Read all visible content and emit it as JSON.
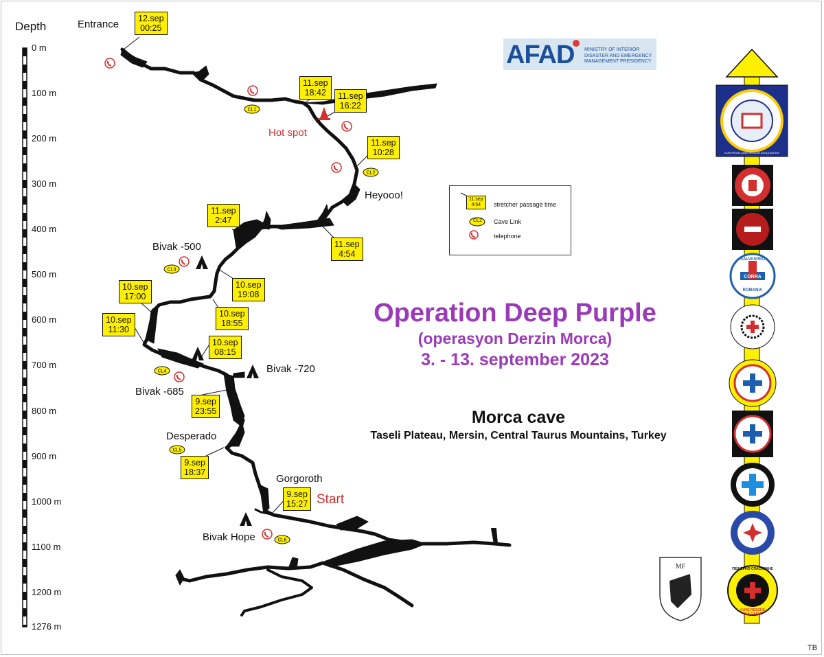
{
  "depth_axis": {
    "title": "Depth",
    "ticks": [
      "0 m",
      "100 m",
      "200 m",
      "300 m",
      "400 m",
      "500 m",
      "600 m",
      "700 m",
      "800 m",
      "900 m",
      "1000 m",
      "1100 m",
      "1200 m",
      "1276 m"
    ]
  },
  "places": {
    "entrance": "Entrance",
    "hot_spot": "Hot spot",
    "heyooo": "Heyooo!",
    "bivak_500": "Bivak -500",
    "bivak_720": "Bivak -720",
    "bivak_685": "Bivak -685",
    "desperado": "Desperado",
    "gorgoroth": "Gorgoroth",
    "start": "Start",
    "bivak_hope": "Bivak Hope"
  },
  "time_boxes": [
    {
      "date": "12.sep",
      "time": "00:25"
    },
    {
      "date": "11.sep",
      "time": "18:42"
    },
    {
      "date": "11.sep",
      "time": "16:22"
    },
    {
      "date": "11.sep",
      "time": "10:28"
    },
    {
      "date": "11.sep",
      "time": "2:47"
    },
    {
      "date": "11.sep",
      "time": "4:54"
    },
    {
      "date": "10.sep",
      "time": "19:08"
    },
    {
      "date": "10.sep",
      "time": "17:00"
    },
    {
      "date": "10.sep",
      "time": "18:55"
    },
    {
      "date": "10.sep",
      "time": "11:30"
    },
    {
      "date": "10.sep",
      "time": "08:15"
    },
    {
      "date": "9.sep",
      "time": "23:55"
    },
    {
      "date": "9.sep",
      "time": "18:37"
    },
    {
      "date": "9.sep",
      "time": "15:27"
    }
  ],
  "cave_links": [
    "CL1",
    "CL2",
    "CL3",
    "CL4",
    "CL5",
    "CL6"
  ],
  "legend": {
    "sample_date": "11.sep",
    "sample_time": "4:54",
    "stretcher": "stretcher passage time",
    "sample_cl": "CL2",
    "cave_link": "Cave Link",
    "telephone": "telephone"
  },
  "title": {
    "main": "Operation Deep Purple",
    "sub": "(operasyon Derzin Morca)",
    "dates": "3. - 13. september 2023"
  },
  "cave": {
    "name": "Morca cave",
    "location": "Taseli  Plateau, Mersin, Central Taurus Mountains, Turkey"
  },
  "afad": {
    "logo": "AFAD",
    "line1": "MINISTRY OF INTERIOR",
    "line2": "DISASTER AND EMERGENCY",
    "line3": "MANAGEMENT PRESIDENCY"
  },
  "logos": {
    "ecra_text": "EUROPEAN CAVE RESCUE ASSOCIATION",
    "mf": "MF",
    "salvamont_top": "SALVASPEO",
    "salvamont_bottom": "ROMANIA",
    "salvamont_mid": "CORRA",
    "bulgaria_top": "ПЕЩЕРНО СПАСЯВАНЕ",
    "bulgaria_bottom": "CAVE RESCUE BULGARIA"
  },
  "credit": "TB",
  "colors": {
    "title_purple": "#9b3ab8",
    "box_yellow": "#ffef00",
    "red": "#d32f2f",
    "afad_blue": "#1b4f9c"
  }
}
